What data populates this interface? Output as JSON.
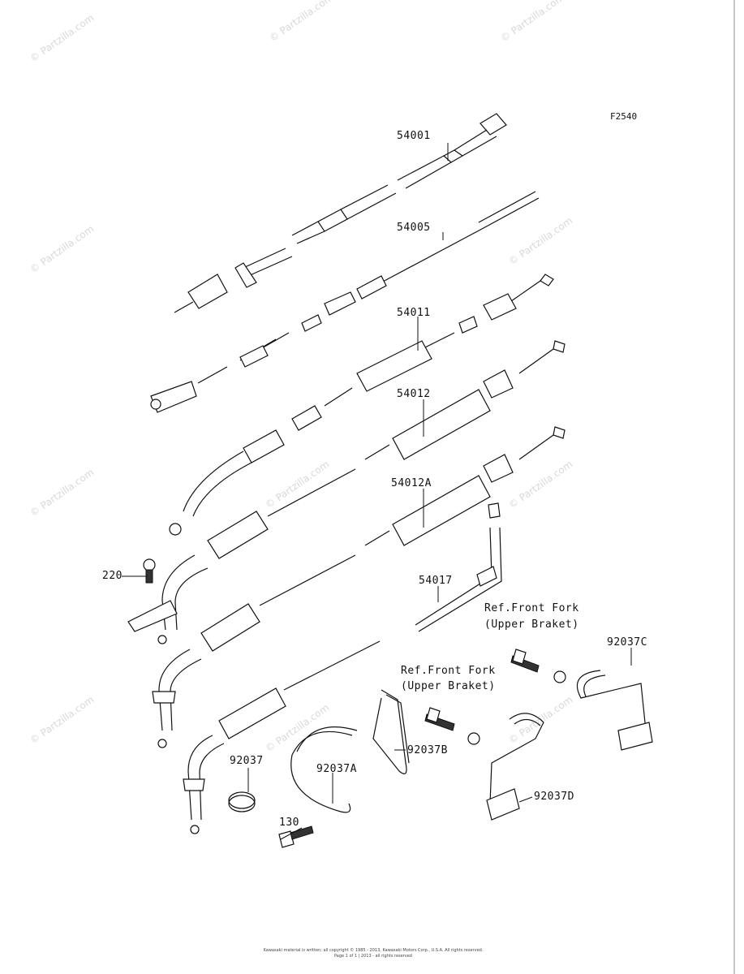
{
  "figure_code": "F2540",
  "parts": {
    "p54001": "54001",
    "p54005": "54005",
    "p54011": "54011",
    "p54012": "54012",
    "p54012A": "54012A",
    "p54017": "54017",
    "p220": "220",
    "p92037": "92037",
    "p92037A": "92037A",
    "p92037B": "92037B",
    "p92037C": "92037C",
    "p92037D": "92037D",
    "p130": "130"
  },
  "references": {
    "ref1_line1": "Ref.Front Fork",
    "ref1_line2": "(Upper Braket)",
    "ref2_line1": "Ref.Front Fork",
    "ref2_line2": "(Upper Braket)"
  },
  "watermark": "© Partzilla.com",
  "copyright": {
    "line1": "Kawasaki material is written; all copyright © 1985 - 2013, Kawasaki Motors Corp., U.S.A. All rights reserved.",
    "line2": "Page 1 of 1 | 2013 - all rights reserved"
  }
}
